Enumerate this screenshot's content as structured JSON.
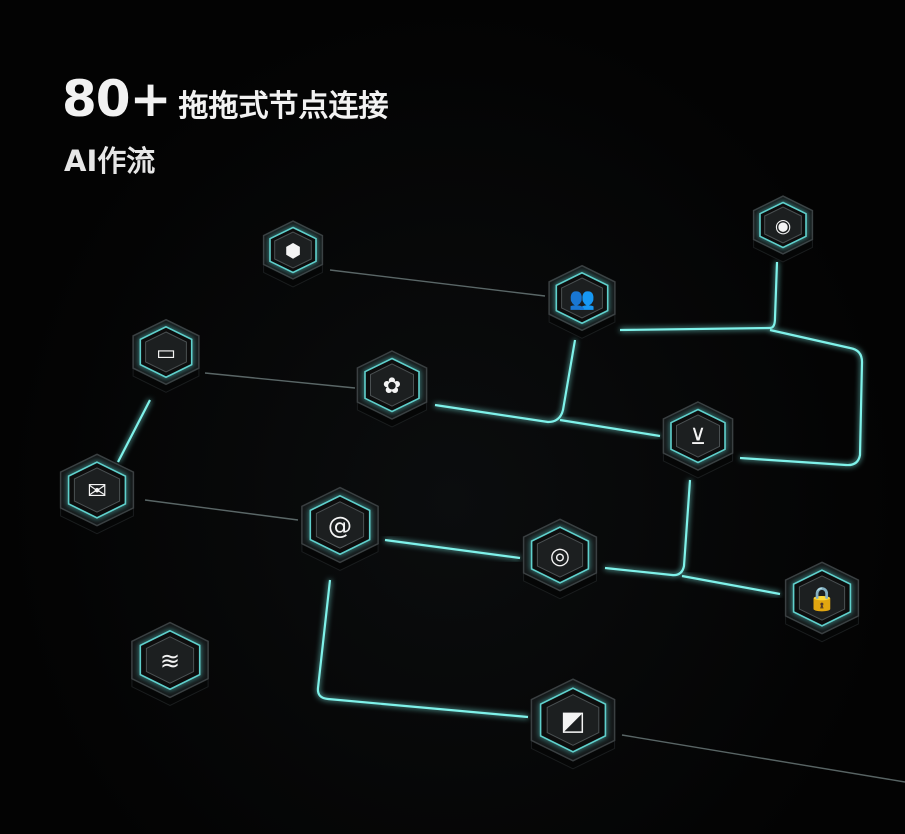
{
  "headline": {
    "count": "80+",
    "text": "拖拖式节点连接"
  },
  "subline": "AI作流",
  "colors": {
    "glow": "#7ff2ea",
    "faint": "#9fb4b4",
    "node_ring": "#5fd0cc",
    "background": "#000000"
  },
  "nodes": [
    {
      "id": "n1",
      "icon": "cube-icon"
    },
    {
      "id": "n2",
      "icon": "user-circle-icon"
    },
    {
      "id": "n3",
      "icon": "users-icon"
    },
    {
      "id": "n4",
      "icon": "monitor-icon"
    },
    {
      "id": "n5",
      "icon": "grid-icon"
    },
    {
      "id": "n6",
      "icon": "cart-icon"
    },
    {
      "id": "n7",
      "icon": "mail-icon"
    },
    {
      "id": "n8",
      "icon": "spiral-icon"
    },
    {
      "id": "n9",
      "icon": "webcam-icon"
    },
    {
      "id": "n10",
      "icon": "lock-icon"
    },
    {
      "id": "n11",
      "icon": "layers-icon"
    },
    {
      "id": "n12",
      "icon": "image-edit-icon"
    }
  ]
}
